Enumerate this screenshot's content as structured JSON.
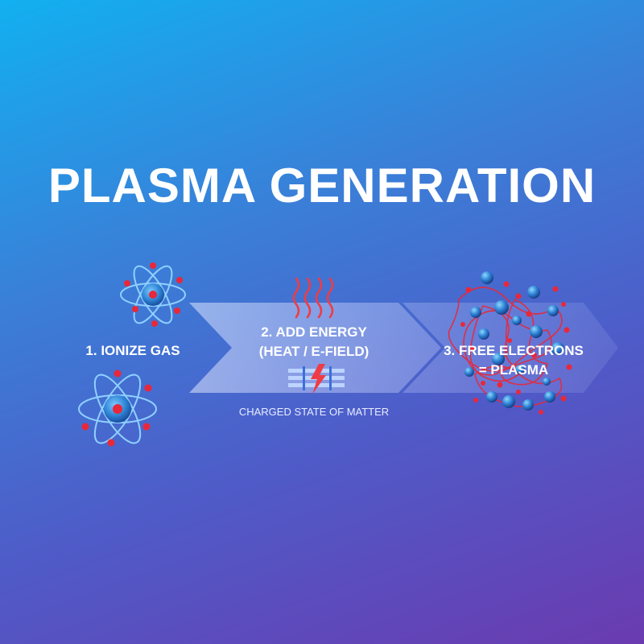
{
  "title": "PLASMA GENERATION",
  "steps": [
    {
      "label": "1. IONIZE GAS"
    },
    {
      "label_line1": "2. ADD ENERGY",
      "label_line2": "(HEAT / E-FIELD)"
    },
    {
      "label_line1": "3. FREE ELECTRONS",
      "label_line2": "= PLASMA"
    }
  ],
  "caption": "CHARGED STATE OF MATTER",
  "colors": {
    "accent_red": "#e8283a",
    "nucleus_blue": "#2f86d6",
    "orbit_blue": "#8fd0ff",
    "arrow_fill": "#cfd8ff"
  },
  "icons": [
    "atom-icon",
    "heat-waves-icon",
    "electric-field-icon",
    "plasma-cloud-icon"
  ]
}
